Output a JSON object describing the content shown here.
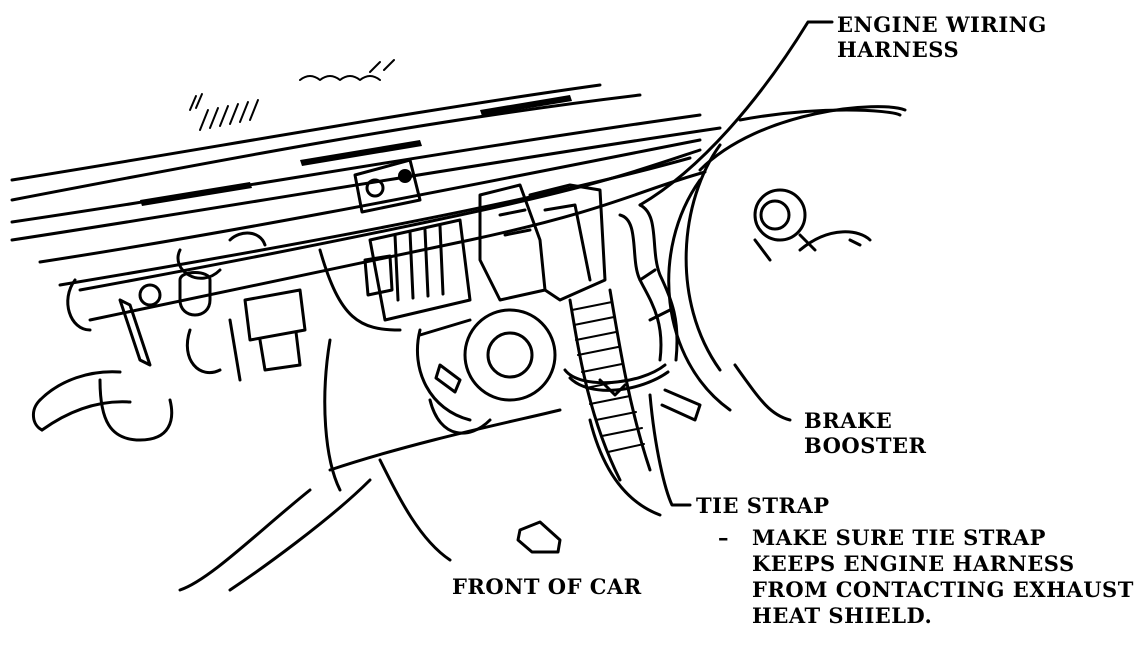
{
  "labels": {
    "engine_wiring_harness": [
      "ENGINE WIRING",
      "HARNESS"
    ],
    "brake_booster": [
      "BRAKE",
      "BOOSTER"
    ],
    "tie_strap": "TIE STRAP",
    "note_dash": "–",
    "note": [
      "MAKE SURE TIE STRAP",
      "KEEPS ENGINE HARNESS",
      "FROM CONTACTING EXHAUST",
      "HEAT SHIELD."
    ],
    "front_of_car": "FRONT OF CAR"
  }
}
